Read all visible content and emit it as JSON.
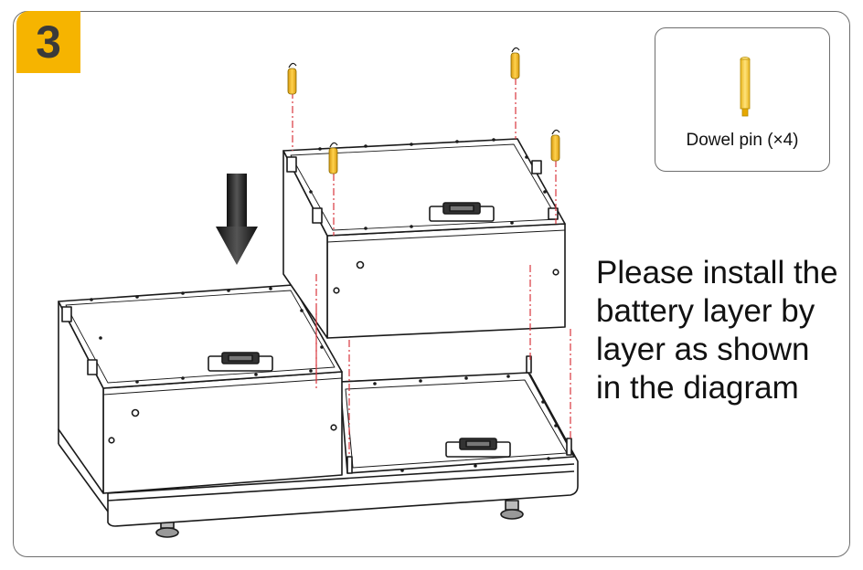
{
  "step": {
    "number": "3",
    "badge_color": "#f6b400"
  },
  "legend": {
    "label": "Dowel pin (×4)",
    "pin_color": "#f6c53a"
  },
  "instruction": {
    "lines": [
      "Please install the",
      "battery layer by",
      "layer as shown",
      "in the diagram"
    ]
  },
  "colors": {
    "dashed_guides": "#d9363e",
    "line_art": "#1a1a1a",
    "border": "#6e6e6e"
  },
  "icons": {
    "arrow": "down-arrow-icon",
    "pin": "dowel-pin-icon"
  }
}
